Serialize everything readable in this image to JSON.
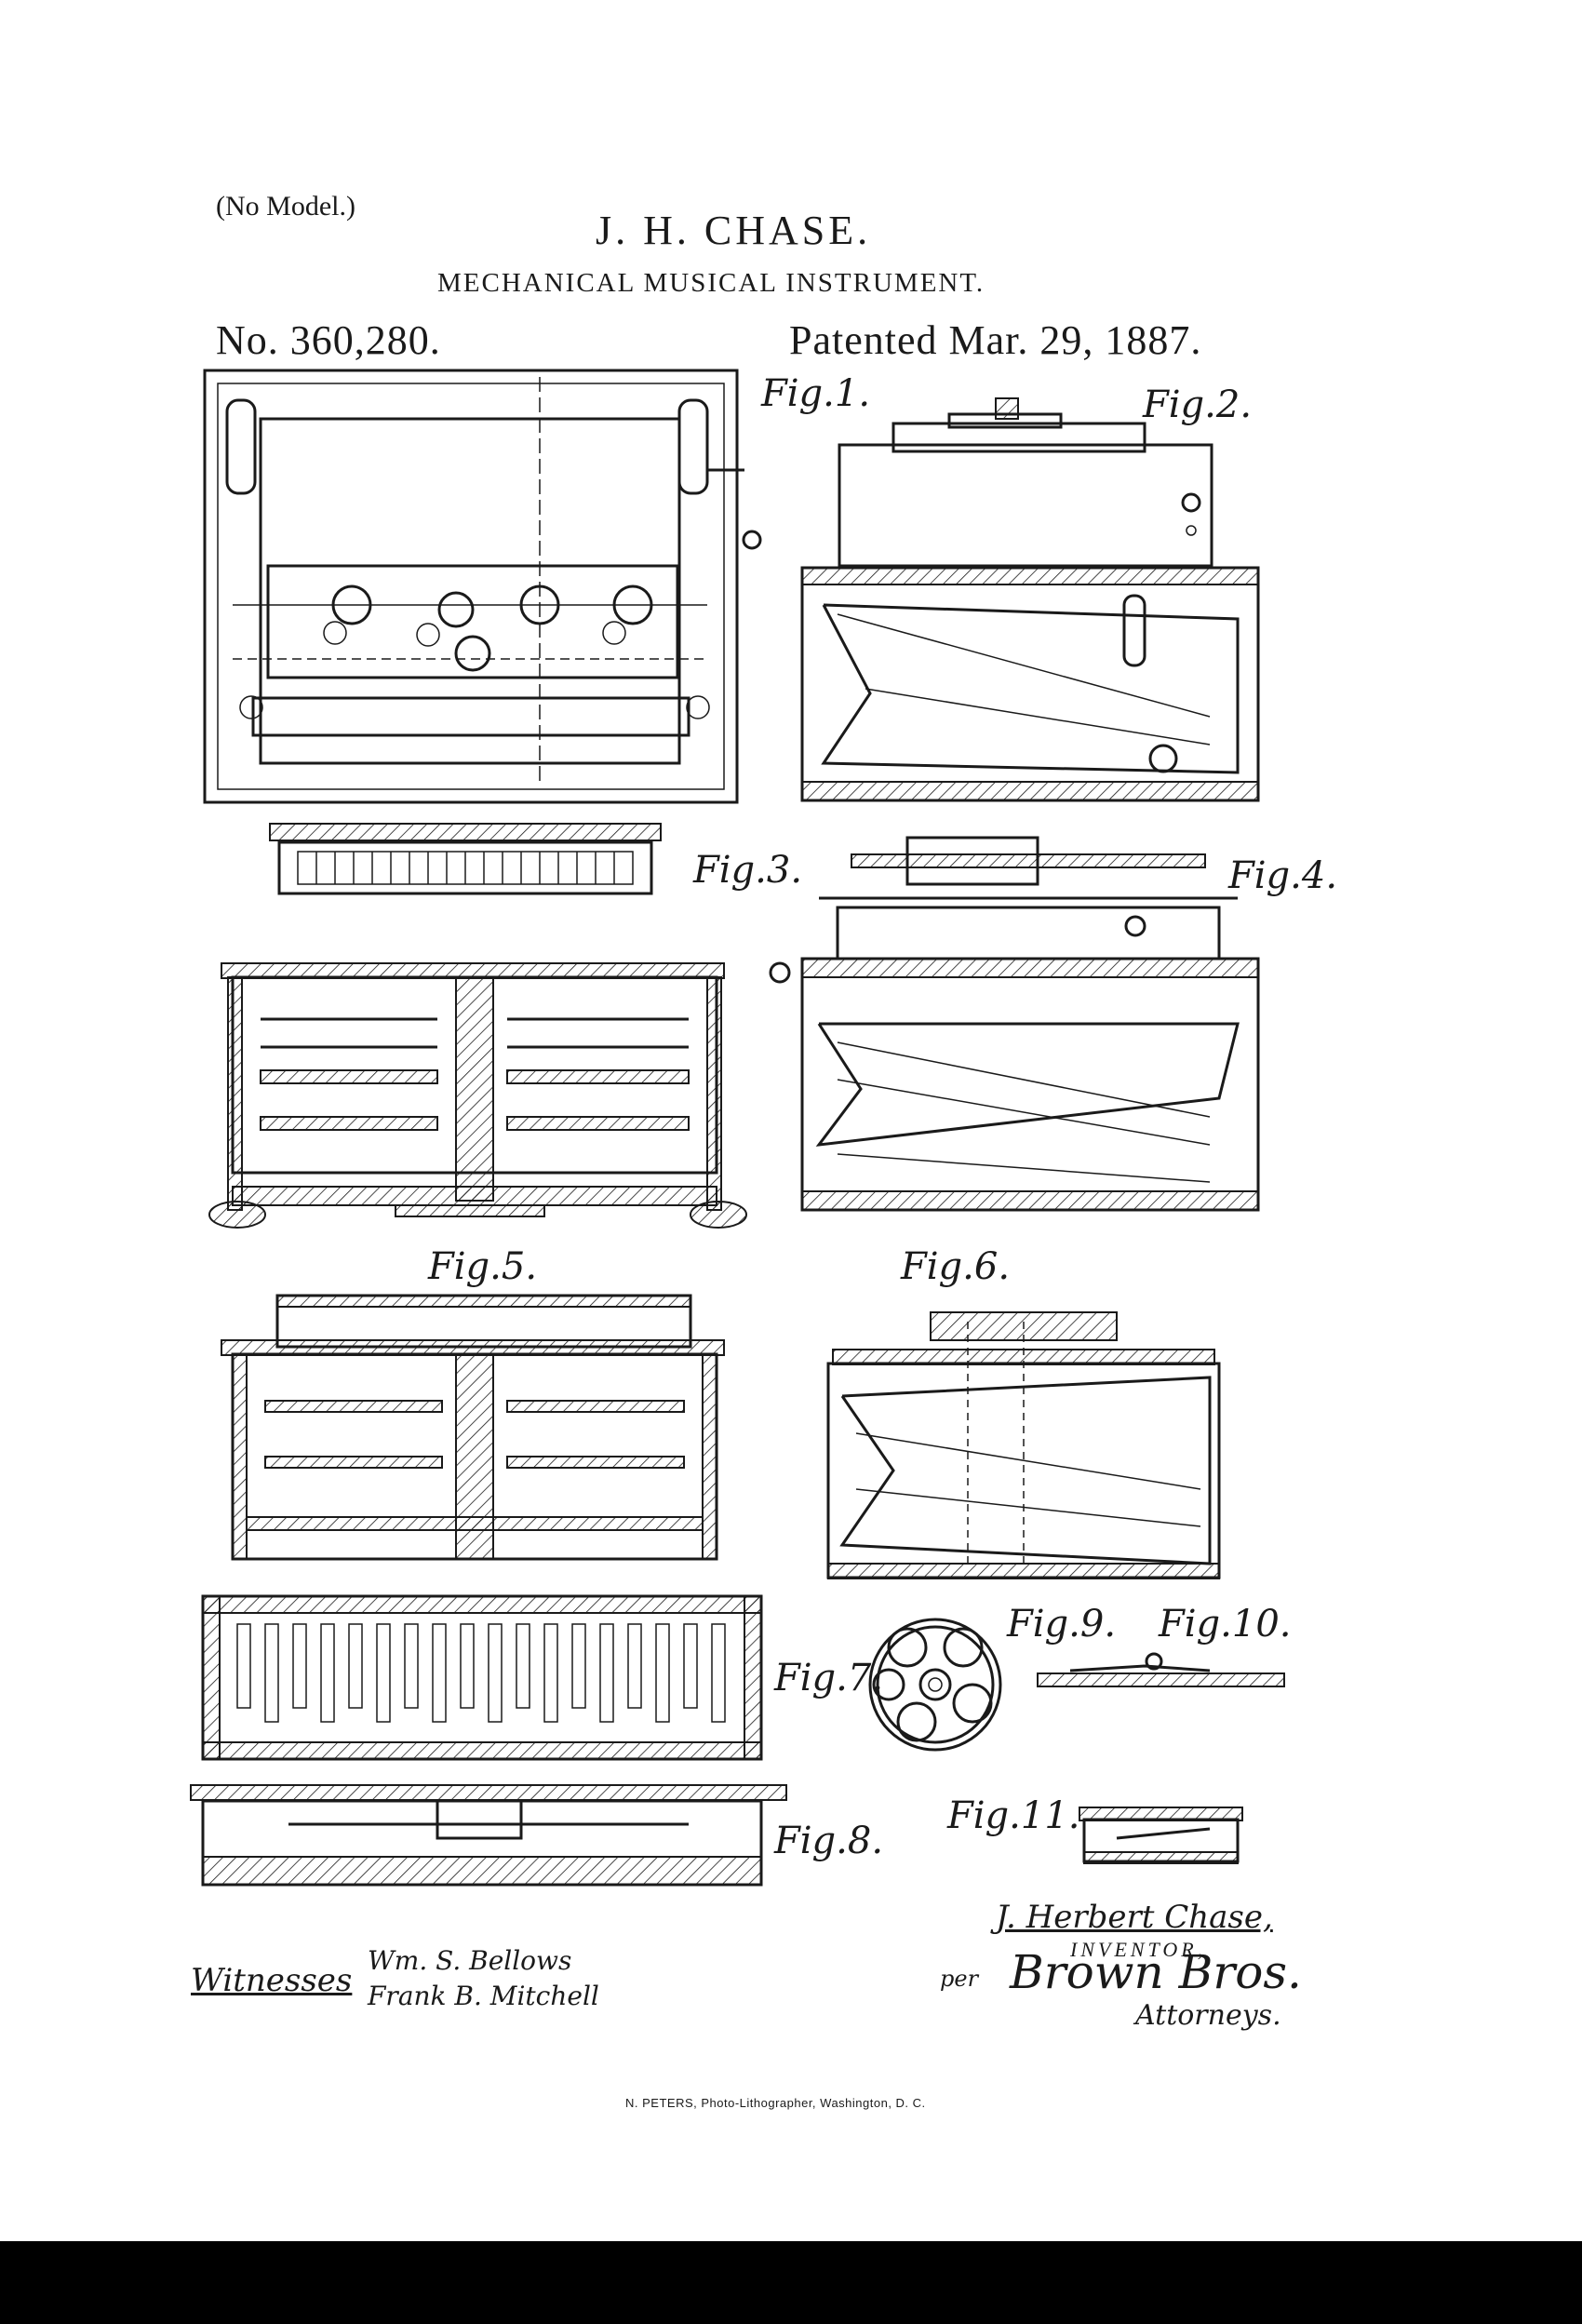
{
  "header": {
    "no_model": "(No Model.)",
    "inventor": "J. H. CHASE.",
    "title": "MECHANICAL MUSICAL INSTRUMENT.",
    "patent_number": "No. 360,280.",
    "patented": "Patented Mar. 29, 1887."
  },
  "figures": {
    "fig1": "Fig.1.",
    "fig2": "Fig.2.",
    "fig3": "Fig.3.",
    "fig4": "Fig.4.",
    "fig5": "Fig.5.",
    "fig6": "Fig.6.",
    "fig7": "Fig.7.",
    "fig8": "Fig.8.",
    "fig9": "Fig.9.",
    "fig10": "Fig.10.",
    "fig11": "Fig.11."
  },
  "signatures": {
    "witnesses_label": "Witnesses",
    "witness_1": "Wm. S. Bellows",
    "witness_2": "Frank B. Mitchell",
    "inventor_name": "J. Herbert Chase,",
    "inventor_label": "INVENTOR,",
    "per": "per",
    "attorney_firm": "Brown Bros.",
    "attorneys_label": "Attorneys."
  },
  "footer": {
    "printer": "N. PETERS, Photo-Lithographer, Washington, D. C."
  }
}
